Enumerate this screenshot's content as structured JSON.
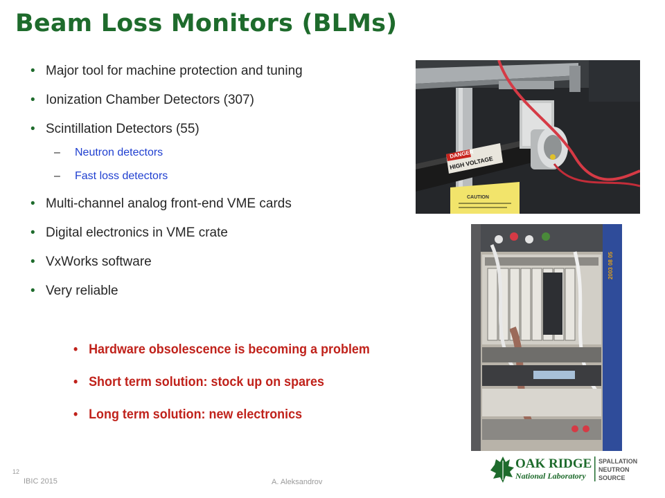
{
  "slide": {
    "title": "Beam Loss Monitors (BLMs)"
  },
  "bullets": {
    "b0": "Major tool for machine protection and tuning",
    "b1": "Ionization Chamber Detectors (307)",
    "b2": "Scintillation Detectors (55)",
    "b2_sub0": "Neutron detectors",
    "b2_sub1": "Fast loss detectors",
    "b3": "Multi-channel analog front-end VME cards",
    "b4": "Digital electronics in VME crate",
    "b5": "VxWorks software",
    "b6": "Very reliable"
  },
  "highlights": {
    "h0": "Hardware obsolescence is becoming a problem",
    "h1": "Short term solution: stock up on spares",
    "h2": "Long term solution: new electronics"
  },
  "photo_labels": {
    "danger": "DANGER",
    "high_voltage": "HIGH VOLTAGE",
    "caution": "CAUTION",
    "date_stamp": "2003 08 05"
  },
  "footer": {
    "page_number": "12",
    "conference": "IBIC 2015",
    "author": "A. Aleksandrov"
  },
  "logo": {
    "oak_ridge": "OAK RIDGE",
    "national_lab": "National Laboratory",
    "sns_line1": "SPALLATION",
    "sns_line2": "NEUTRON",
    "sns_line3": "SOURCE"
  },
  "colors": {
    "title_green": "#1e6b2c",
    "sub_bullet_blue": "#1f3fd0",
    "highlight_red": "#c0221b",
    "footer_gray": "#9a9a9a"
  }
}
